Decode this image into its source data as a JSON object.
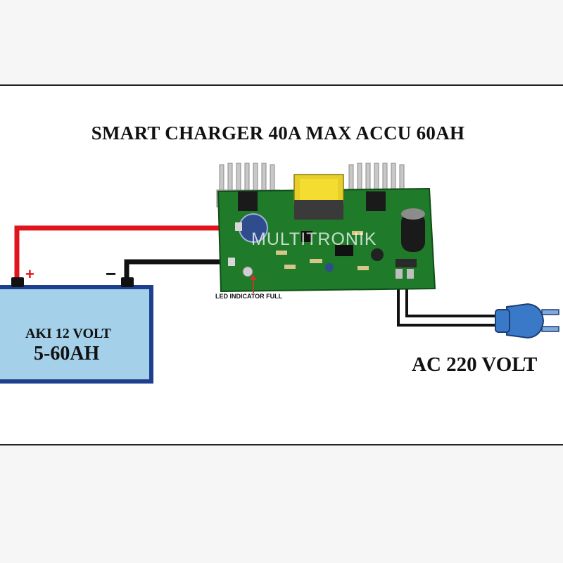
{
  "title": "SMART CHARGER 40A MAX ACCU 60AH",
  "battery": {
    "line1": "AKI 12 VOLT",
    "line2": "5-60AH",
    "plus": "+",
    "minus": "−"
  },
  "led_label": "LED INDICATOR FULL",
  "ac_label": "AC 220 VOLT",
  "board_brand": "MULTITRONIK",
  "colors": {
    "positive_wire": "#e0141c",
    "negative_wire": "#111111",
    "battery_fill": "#a4d0ea",
    "battery_border": "#1e3e8e",
    "pcb": "#1f7a2a",
    "plug": "#3a78c8"
  }
}
